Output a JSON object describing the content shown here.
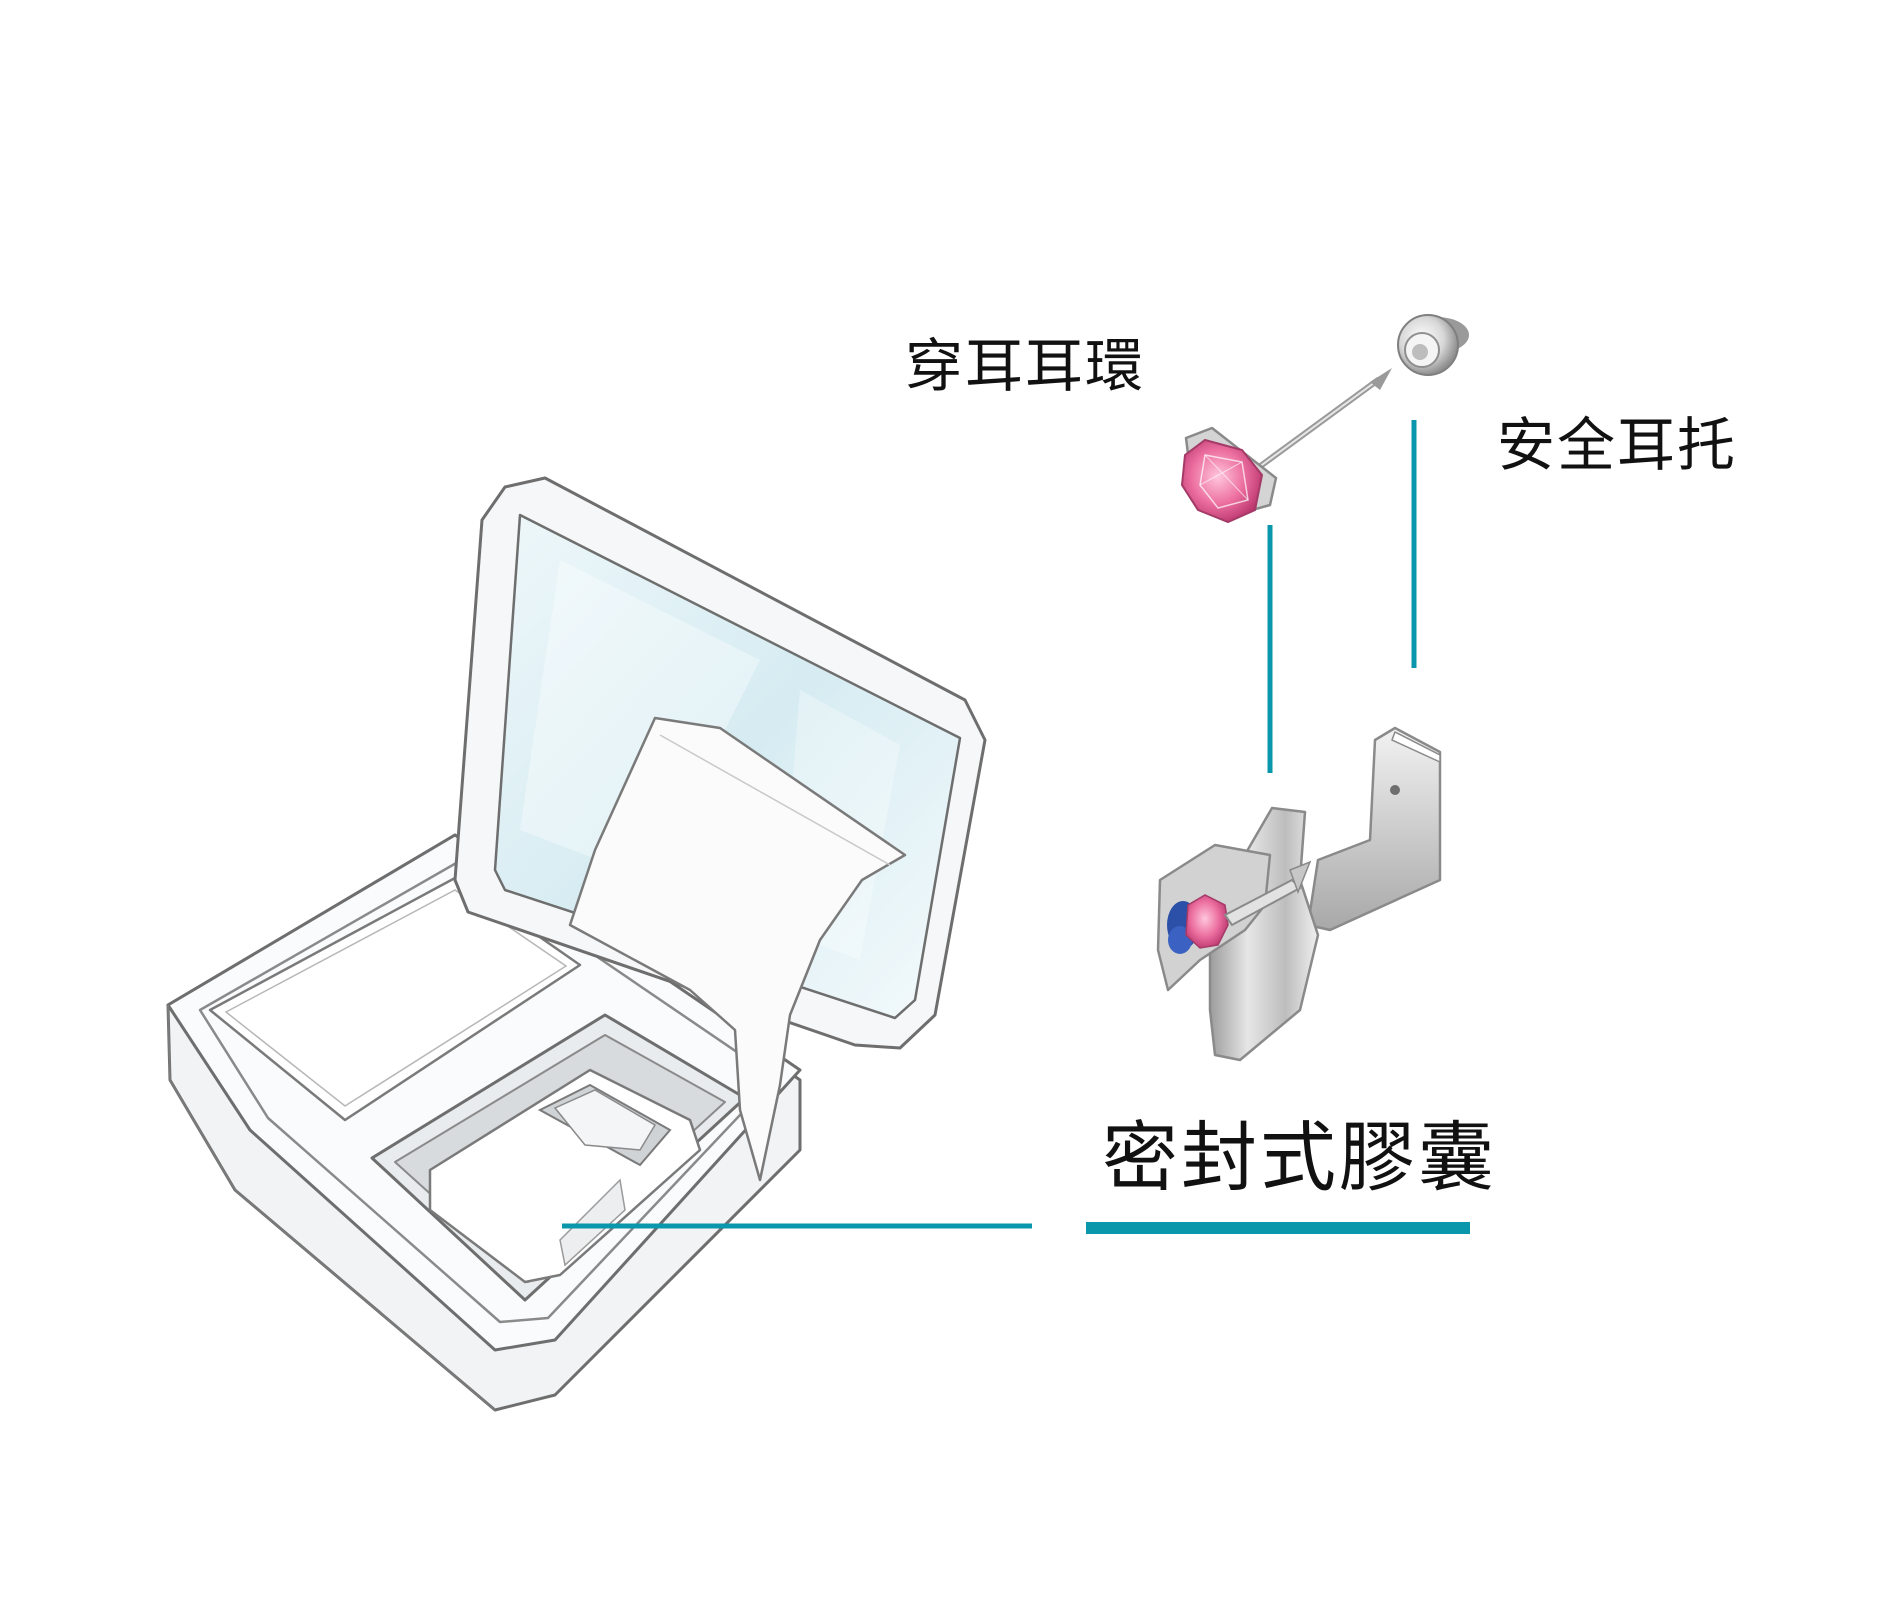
{
  "labels": {
    "earring": "穿耳耳環",
    "backing": "安全耳托",
    "capsule": "密封式膠囊"
  },
  "colors": {
    "accent": "#0a97ab",
    "gem": "#ec6fa0",
    "outline": "#6e6e6e",
    "lens_tint": "#d9eef3",
    "metal": "#c9c9c9"
  },
  "icons": {
    "case": "open-case-illustration",
    "earring": "stud-earring-illustration",
    "backing": "earring-back-illustration",
    "cartridge": "cartridge-illustration"
  }
}
